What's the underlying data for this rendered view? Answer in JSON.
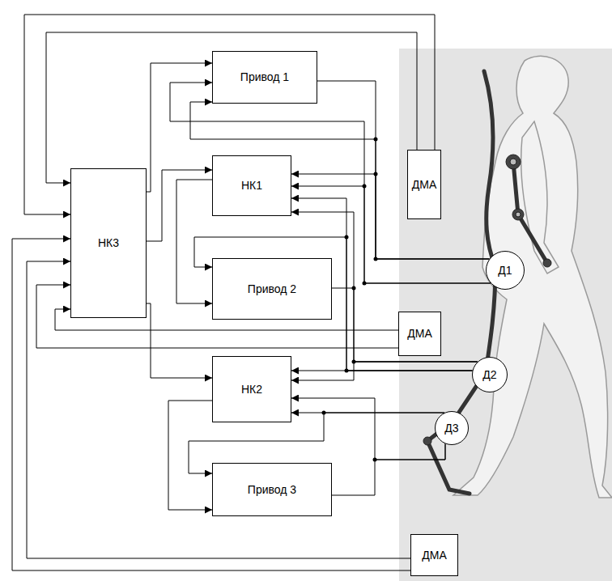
{
  "diagram": {
    "nodes": [
      {
        "text": [
          "Привод 1"
        ]
      },
      {
        "text": [
          "НК1"
        ]
      },
      {
        "text": [
          "ДМА"
        ]
      },
      {
        "text": [
          "НК3"
        ]
      },
      {
        "text": [
          "Д1"
        ]
      },
      {
        "text": [
          "Привод 2"
        ]
      },
      {
        "text": [
          "ДМА"
        ]
      },
      {
        "text": [
          "Д2"
        ]
      },
      {
        "text": [
          "НК2"
        ]
      },
      {
        "text": [
          "Д3"
        ]
      },
      {
        "text": [
          "Привод 3"
        ]
      },
      {
        "text": [
          "ДМА"
        ]
      }
    ],
    "edges": [
      {
        "from": 3,
        "to": 0,
        "arrow": "to"
      },
      {
        "from": 3,
        "to": 1,
        "arrow": "to"
      },
      {
        "from": 3,
        "to": 8,
        "arrow": "to"
      },
      {
        "from": 2,
        "to": 3,
        "arrow": "to"
      },
      {
        "from": 2,
        "to": 3,
        "arrow": "to"
      },
      {
        "from": 6,
        "to": 3,
        "arrow": "to"
      },
      {
        "from": 6,
        "to": 3,
        "arrow": "to"
      },
      {
        "from": 11,
        "to": 3,
        "arrow": "to"
      },
      {
        "from": 11,
        "to": 3,
        "arrow": "to"
      },
      {
        "from": 0,
        "to": 4,
        "arrow": "none"
      },
      {
        "from": 4,
        "to": 0,
        "arrow": "to"
      },
      {
        "from": 4,
        "to": 0,
        "arrow": "to"
      },
      {
        "from": 4,
        "to": 1,
        "arrow": "to"
      },
      {
        "from": 4,
        "to": 1,
        "arrow": "to"
      },
      {
        "from": 1,
        "to": 5,
        "arrow": "to"
      },
      {
        "from": 5,
        "to": 7,
        "arrow": "none"
      },
      {
        "from": 7,
        "to": 1,
        "arrow": "to"
      },
      {
        "from": 7,
        "to": 8,
        "arrow": "to"
      },
      {
        "from": 7,
        "to": 5,
        "arrow": "to"
      },
      {
        "from": 7,
        "to": 1,
        "arrow": "to"
      },
      {
        "from": 7,
        "to": 8,
        "arrow": "to"
      },
      {
        "from": 8,
        "to": 10,
        "arrow": "to"
      },
      {
        "from": 10,
        "to": 9,
        "arrow": "none"
      },
      {
        "from": 9,
        "to": 8,
        "arrow": "to"
      },
      {
        "from": 9,
        "to": 8,
        "arrow": "to"
      },
      {
        "from": 9,
        "to": 10,
        "arrow": "to"
      }
    ]
  }
}
